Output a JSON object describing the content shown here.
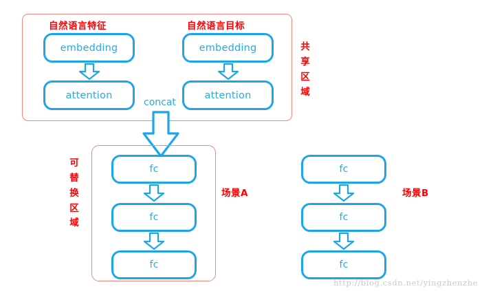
{
  "diagram": {
    "title_watermark": "http://blog.csdn.net/yingzhenzhe",
    "colors": {
      "node_border": "#1CA5E8",
      "node_text": "#29AAE3",
      "region_border": "#F4847E",
      "label_red": "#FF0000",
      "watermark": "#C9C9C9",
      "background": "#FFFFFF"
    },
    "shared_region": {
      "label": "共享区域",
      "columns": [
        {
          "header": "自然语言特征",
          "nodes": [
            "embedding",
            "attention"
          ]
        },
        {
          "header": "自然语言目标",
          "nodes": [
            "embedding",
            "attention"
          ]
        }
      ]
    },
    "concat": {
      "label": "concat"
    },
    "replaceable_region": {
      "label": "可替换区域"
    },
    "branches": [
      {
        "name": "场景A",
        "nodes": [
          "fc",
          "fc",
          "fc"
        ]
      },
      {
        "name": "场景B",
        "nodes": [
          "fc",
          "fc",
          "fc"
        ]
      }
    ]
  }
}
